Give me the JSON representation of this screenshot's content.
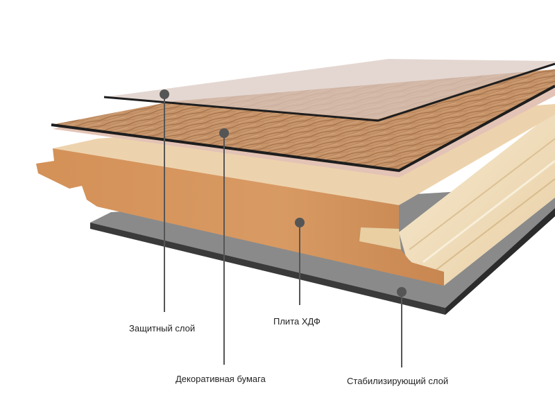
{
  "labels": {
    "protective_layer": "Защитный слой",
    "hdf_board": "Плита ХДФ",
    "decorative_paper": "Декоративная бумага",
    "stabilizing_layer": "Стабилизирующий слой"
  },
  "colors": {
    "overlay": "#d8c5bd",
    "wood_light": "#c99a6e",
    "wood_dark": "#8a5a35",
    "hdf_front": "#d5955e",
    "hdf_top": "#e8c9a3",
    "hdf_side_light": "#f3e3c2",
    "pink_layer": "#e2c1b3",
    "stabilizer_gray": "#7d7d7d",
    "stabilizer_dark": "#333333",
    "edge_black": "#222222",
    "marker": "#555555"
  }
}
